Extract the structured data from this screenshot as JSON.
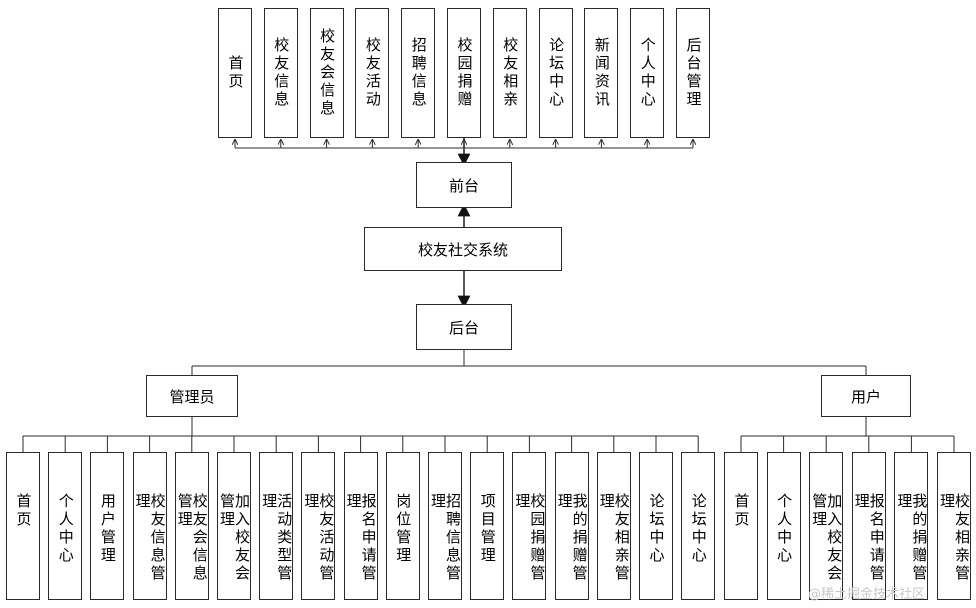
{
  "center": {
    "system_title": "校友社交系统",
    "frontend_label": "前台",
    "backend_label": "后台"
  },
  "frontend_items": [
    "首页",
    "校友信息",
    "校友会信息",
    "校友活动",
    "招聘信息",
    "校园捐赠",
    "校友相亲",
    "论坛中心",
    "新闻资讯",
    "个人中心",
    "后台管理"
  ],
  "roles": {
    "admin": "管理员",
    "user": "用户"
  },
  "admin_items": [
    "首页",
    "个人中心",
    "用户管理",
    "校友信息管理",
    "校友会信息管理",
    "加入校友会管理",
    "活动类型管理",
    "校友活动管理",
    "报名申请管理",
    "岗位管理",
    "招聘信息管理",
    "项目管理",
    "校园捐赠管理",
    "我的捐赠管理",
    "校友相亲管理",
    "论坛中心",
    "论坛中心"
  ],
  "user_items": [
    "首页",
    "个人中心",
    "加入校友会管理",
    "报名申请管理",
    "我的捐赠管理",
    "校友相亲管理"
  ],
  "watermark": "@稀土掘金技术社区",
  "colors": {
    "line": "#2b2b2b",
    "border": "#2b2b2b"
  }
}
